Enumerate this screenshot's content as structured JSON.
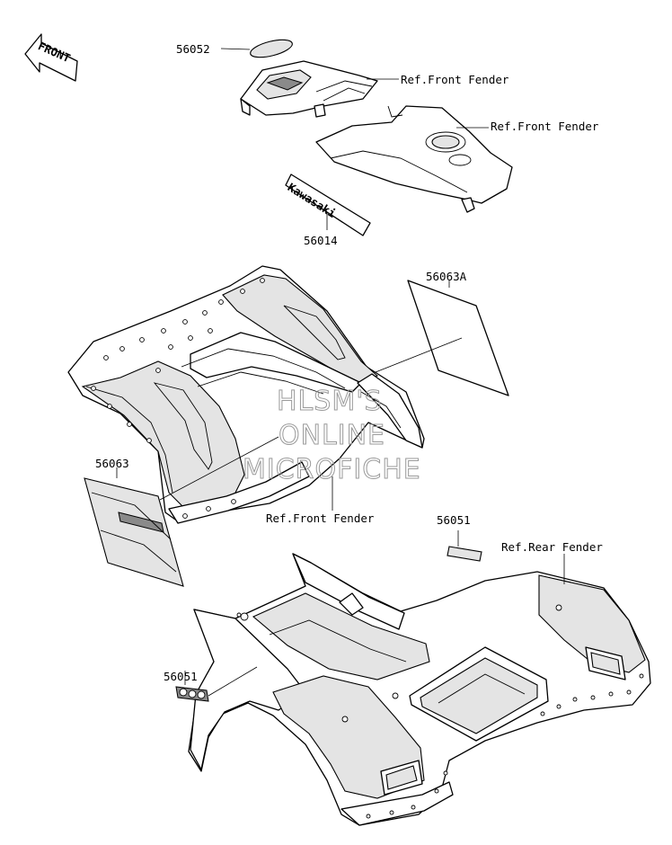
{
  "labels": {
    "front_arrow": "FRONT",
    "p56052": "56052",
    "ref_front_fender_1": "Ref.Front Fender",
    "ref_front_fender_2": "Ref.Front Fender",
    "decal_kawasaki": "Kawasaki",
    "p56014": "56014",
    "p56063A": "56063A",
    "p56063": "56063",
    "ref_front_fender_3": "Ref.Front Fender",
    "p56051_top": "56051",
    "ref_rear_fender": "Ref.Rear Fender",
    "p56051_bottom": "56051"
  },
  "watermark": {
    "line1": "HLSM'S",
    "line2": "ONLINE",
    "line3": "MICROFICHE"
  }
}
